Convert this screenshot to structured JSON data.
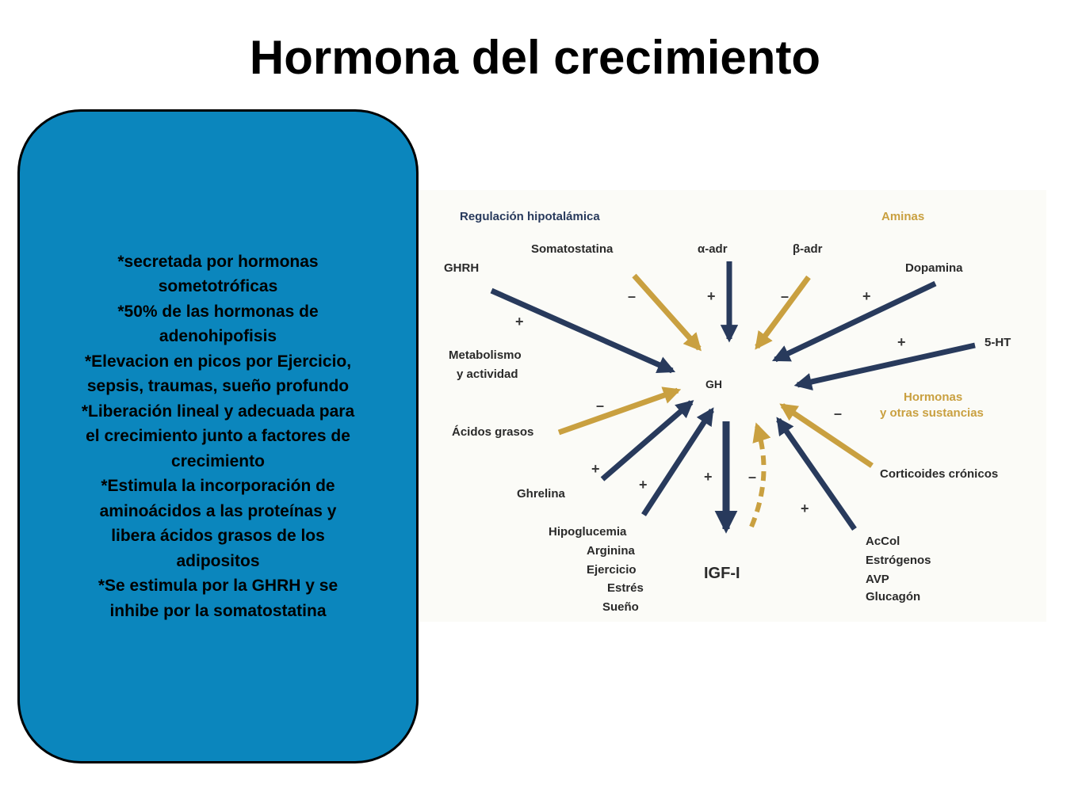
{
  "slide": {
    "title": "Hormona del crecimiento"
  },
  "info_box": {
    "lines": [
      "*secretada por hormonas",
      "sometotróficas",
      "*50% de las hormonas de",
      "adenohipofisis",
      "*Elevacion en picos por Ejercicio,",
      "sepsis, traumas, sueño profundo",
      "*Liberación lineal y adecuada para",
      "el crecimiento junto a factores de",
      "crecimiento",
      "*Estimula la incorporación de",
      "aminoácidos a las proteínas y",
      "libera ácidos grasos de los",
      "adipositos",
      "*Se estimula por la GHRH y se",
      "inhibe por la somatostatina"
    ]
  },
  "diagram": {
    "colors": {
      "navy": "#283a5c",
      "gold": "#c9a040",
      "background": "#fbfbf7"
    },
    "headers": {
      "hypothalamic": "Regulación hipotalámica",
      "amines": "Aminas",
      "hormones_l1": "Hormonas",
      "hormones_l2": "y otras sustancias"
    },
    "center": "GH",
    "labels": {
      "ghrh": "GHRH",
      "somatostatina": "Somatostatina",
      "alpha_adr": "α-adr",
      "beta_adr": "β-adr",
      "dopamina": "Dopamina",
      "serotonin": "5-HT",
      "metab_l1": "Metabolismo",
      "metab_l2": "y actividad",
      "acidos": "Ácidos grasos",
      "ghrelina": "Ghrelina",
      "hipo": "Hipoglucemia",
      "arginina": "Arginina",
      "ejercicio": "Ejercicio",
      "estres": "Estrés",
      "sueno": "Sueño",
      "igf": "IGF-I",
      "corticoides": "Corticoides crónicos",
      "accol": "AcCol",
      "estrogenos": "Estrógenos",
      "avp": "AVP",
      "glucagon": "Glucagón"
    },
    "signs": {
      "plus": "+",
      "minus": "–"
    }
  }
}
